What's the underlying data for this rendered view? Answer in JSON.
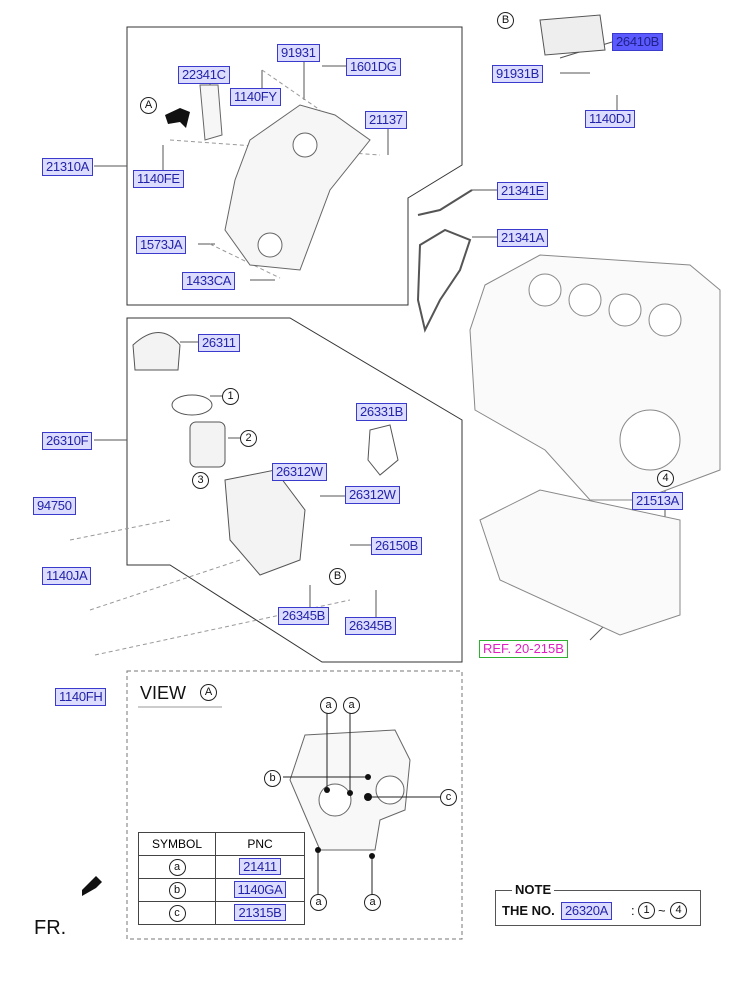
{
  "labels": {
    "p26410B": "26410B",
    "p91931": "91931",
    "p1601DG": "1601DG",
    "p22341C": "22341C",
    "p91931B": "91931B",
    "p1140FY": "1140FY",
    "p1140DJ": "1140DJ",
    "p21137": "21137",
    "p21310A": "21310A",
    "p1140FE": "1140FE",
    "p21341E": "21341E",
    "p21341A": "21341A",
    "p1573JA": "1573JA",
    "p1433CA": "1433CA",
    "p26311": "26311",
    "p26331B": "26331B",
    "p26310F": "26310F",
    "p26312W": "26312W",
    "p21513A": "21513A",
    "p94750": "94750",
    "p26150B": "26150B",
    "p1140JA": "1140JA",
    "p26345B": "26345B",
    "p1140FH": "1140FH"
  },
  "ref": "REF. 20-215B",
  "callouts": {
    "A": "A",
    "B": "B",
    "one": "1",
    "two": "2",
    "three": "3",
    "four": "4",
    "a": "a",
    "b": "b",
    "c": "c"
  },
  "view": {
    "title": "VIEW"
  },
  "symbol_table": {
    "headers": [
      "SYMBOL",
      "PNC"
    ],
    "rows": [
      {
        "symbol": "a",
        "pnc": "21411"
      },
      {
        "symbol": "b",
        "pnc": "1140GA"
      },
      {
        "symbol": "c",
        "pnc": "21315B"
      }
    ]
  },
  "note": {
    "title": "NOTE",
    "text": "THE NO.",
    "pnc": "26320A",
    "sep": ":",
    "from": "1",
    "tilde": "~",
    "to": "4"
  },
  "fr": "FR."
}
